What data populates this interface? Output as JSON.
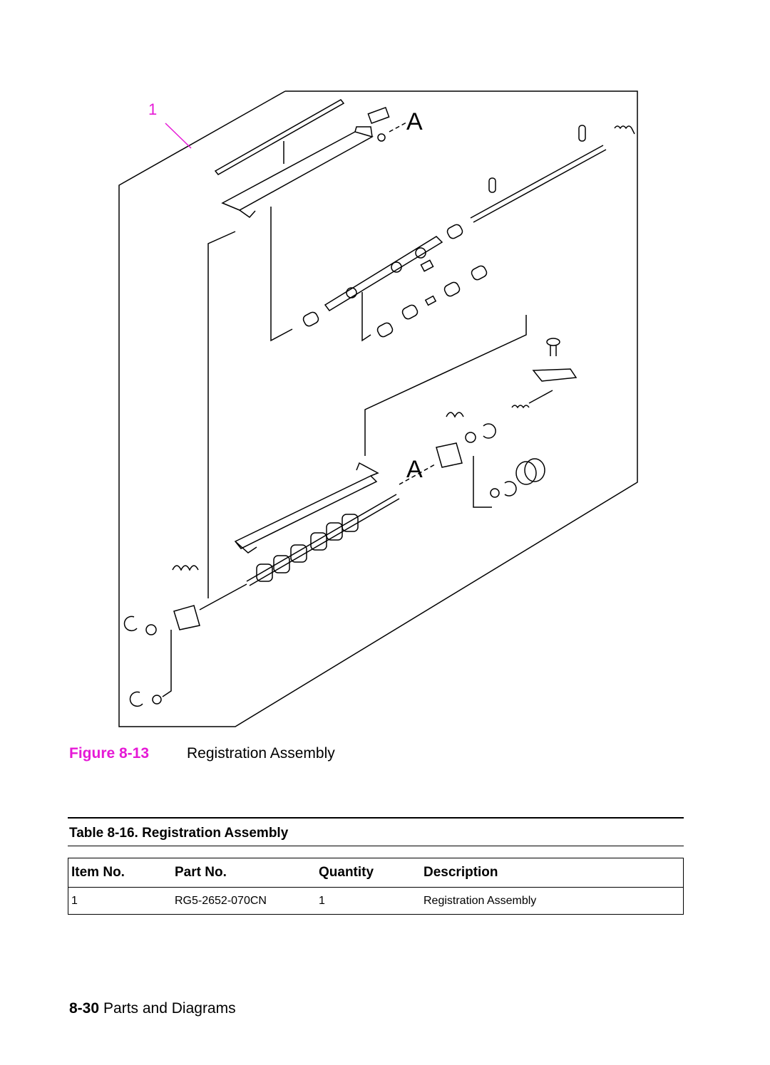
{
  "diagram": {
    "callout_number": "1",
    "detail_marker_top": "A",
    "detail_marker_bottom": "A"
  },
  "figure": {
    "label": "Figure 8-13",
    "title": "Registration Assembly"
  },
  "table": {
    "title": "Table 8-16. Registration Assembly",
    "columns": [
      "Item No.",
      "Part No.",
      "Quantity",
      "Description"
    ],
    "rows": [
      [
        "1",
        "RG5-2652-070CN",
        "1",
        "Registration Assembly"
      ]
    ]
  },
  "footer": {
    "page_number": "8-30",
    "section": "Parts and Diagrams"
  },
  "colors": {
    "accent": "#e619d6",
    "line": "#000000"
  }
}
